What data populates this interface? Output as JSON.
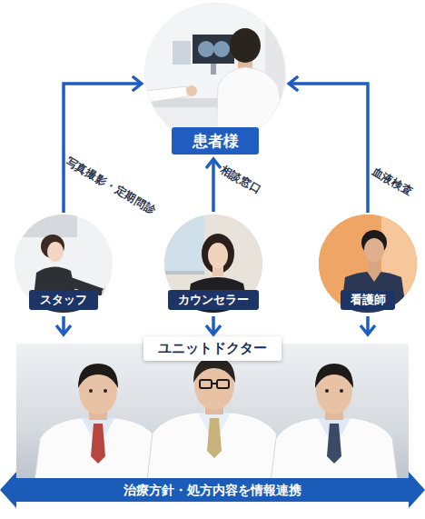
{
  "diagram": {
    "nodes": [
      {
        "text": [
          "患者様"
        ]
      },
      {
        "text": [
          "スタッフ"
        ]
      },
      {
        "text": [
          "カウンセラー"
        ]
      },
      {
        "text": [
          "看護師"
        ]
      },
      {
        "text": [
          "ユニットドクター"
        ]
      },
      {
        "text": [
          "治療方針・処方内容を情報連携"
        ],
        "in": 4
      }
    ],
    "edges": [
      {
        "from": 1,
        "to": 0,
        "arrow": "to",
        "label": "写真撮影・定期問診"
      },
      {
        "from": 2,
        "to": 0,
        "arrow": "to",
        "label": "相談窓口"
      },
      {
        "from": 3,
        "to": 0,
        "arrow": "to",
        "label": "血液検査"
      },
      {
        "from": 1,
        "to": 4,
        "arrow": "to"
      },
      {
        "from": 2,
        "to": 4,
        "arrow": "to"
      },
      {
        "from": 3,
        "to": 4,
        "arrow": "to"
      }
    ]
  }
}
